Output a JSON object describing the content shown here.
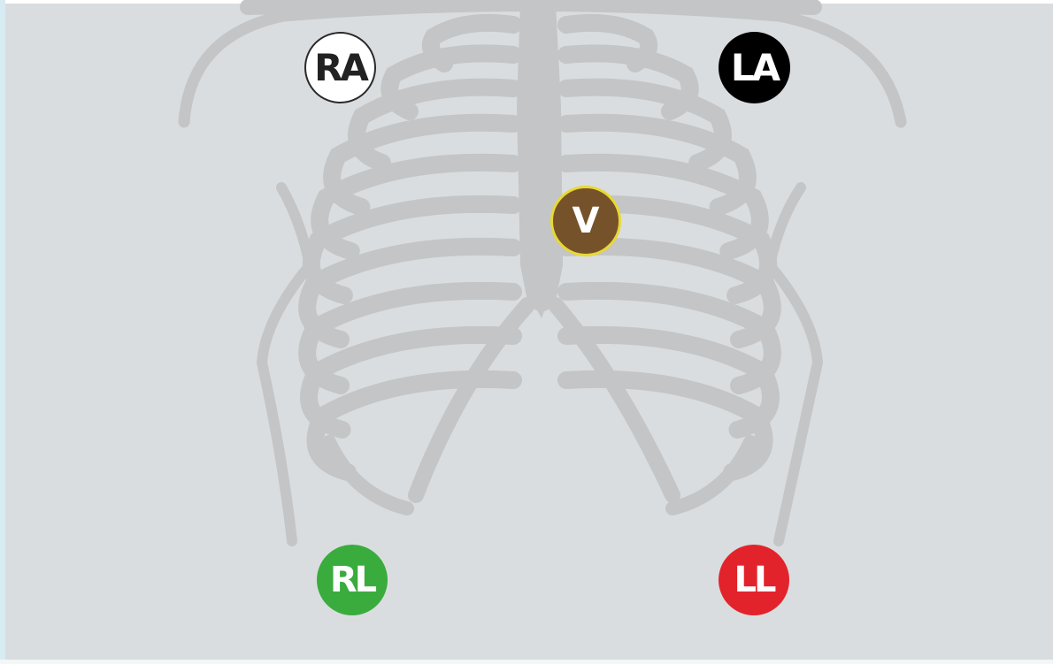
{
  "electrodes": {
    "ra": {
      "label": "RA",
      "fill": "#ffffff",
      "text_color": "#222222"
    },
    "la": {
      "label": "LA",
      "fill": "#000000",
      "text_color": "#ffffff"
    },
    "v": {
      "label": "V",
      "fill": "#76522a",
      "text_color": "#ffffff",
      "ring": "#e8d833"
    },
    "rl": {
      "label": "RL",
      "fill": "#3aac3e",
      "text_color": "#ffffff"
    },
    "ll": {
      "label": "LL",
      "fill": "#e3232b",
      "text_color": "#ffffff"
    }
  },
  "colors": {
    "background": "#dadddf",
    "bone": "#c3c5c6"
  }
}
